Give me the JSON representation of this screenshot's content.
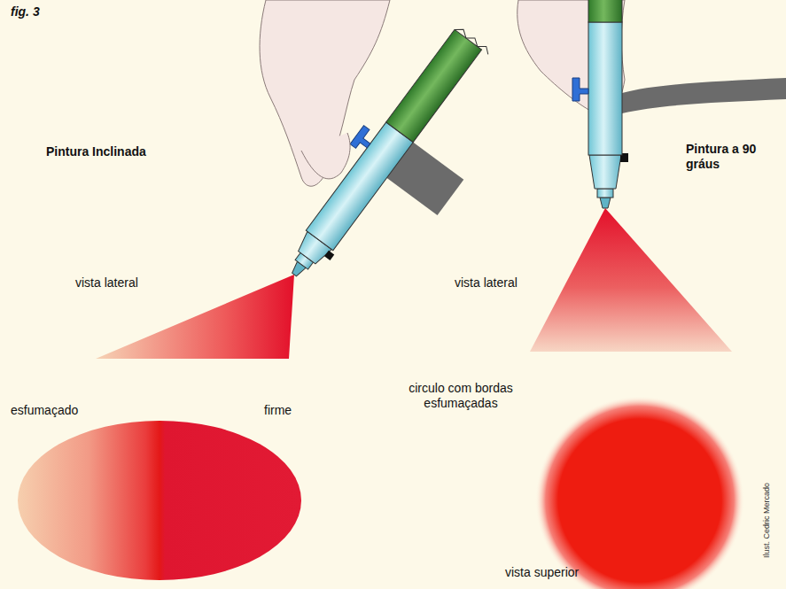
{
  "diagram": {
    "title": "fig. 3",
    "labels": [
      "Pintura Inclinada",
      "Pintura a 90 gráus",
      "vista lateral",
      "vista lateral",
      "esfumaçado",
      "firme",
      "circulo com bordas esfumaçadas",
      "vista superior",
      "Ilust. Cedric Mercado"
    ]
  }
}
